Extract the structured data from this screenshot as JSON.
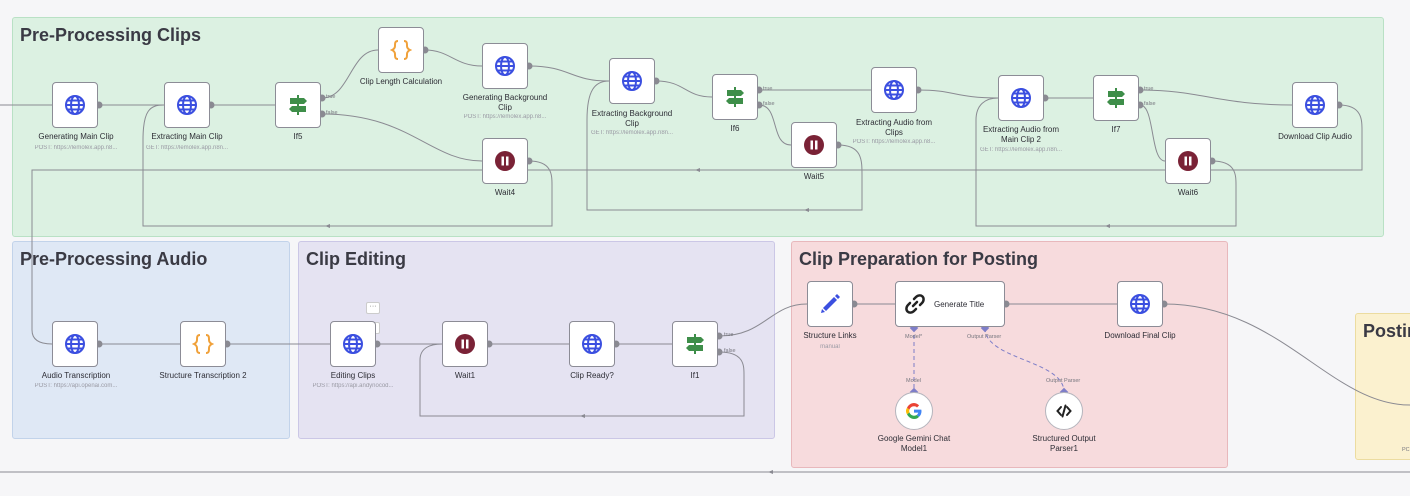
{
  "groups": {
    "pre_processing_clips": "Pre-Processing Clips",
    "pre_processing_audio": "Pre-Processing Audio",
    "clip_editing": "Clip Editing",
    "clip_preparation": "Clip Preparation for Posting",
    "posting": "Postin"
  },
  "nodes": {
    "generating_main_clip": {
      "label": "Generating Main Clip",
      "sub": "POST: https://lemolex.app.n8..."
    },
    "extracting_main_clip": {
      "label": "Extracting Main Clip",
      "sub": "GET: https://lemolex.app.n8n..."
    },
    "if5": {
      "label": "If5"
    },
    "clip_length_calculation": {
      "label": "Clip Length Calculation"
    },
    "generating_background_clip": {
      "label": "Generating Background Clip",
      "sub": "POST: https://lemolex.app.n8..."
    },
    "wait4": {
      "label": "Wait4"
    },
    "extracting_background_clip": {
      "label": "Extracting Background Clip",
      "sub": "GET: https://lemolex.app.n8n..."
    },
    "if6": {
      "label": "If6"
    },
    "wait5": {
      "label": "Wait5"
    },
    "extracting_audio_from_clips": {
      "label": "Extracting Audio from Clips",
      "sub": "POST: https://lemolex.app.n8..."
    },
    "extracting_audio_main_clip_2": {
      "label": "Extracting Audio from Main Clip 2",
      "sub": "GET: https://lemolex.app.n8n..."
    },
    "if7": {
      "label": "If7"
    },
    "wait6": {
      "label": "Wait6"
    },
    "download_clip_audio": {
      "label": "Download Clip Audio"
    },
    "audio_transcription": {
      "label": "Audio Transcription",
      "sub": "POST: https://api.openai.com..."
    },
    "structure_transcription_2": {
      "label": "Structure Transcription 2"
    },
    "editing_clips": {
      "label": "Editing Clips",
      "sub": "POST: https://api.andynocod..."
    },
    "wait1": {
      "label": "Wait1"
    },
    "clip_ready": {
      "label": "Clip Ready?"
    },
    "if1": {
      "label": "If1"
    },
    "structure_links": {
      "label": "Structure Links",
      "sub": "manual"
    },
    "generate_title": {
      "label": "Generate Title"
    },
    "download_final_clip": {
      "label": "Download Final Clip"
    },
    "google_gemini": {
      "label": "Google Gemini Chat Model1"
    },
    "structured_output_parser": {
      "label": "Structured Output Parser1"
    }
  },
  "ports": {
    "true": "true",
    "false": "false",
    "model_star": "Model*",
    "output_parser": "Output Parser",
    "model": "Model",
    "output_parser_in": "Output Parser",
    "posting_sub": "PC"
  },
  "mini_buttons": {
    "more": "···",
    "expand": "⤢"
  },
  "icons": {
    "http": "globe-icon",
    "code": "braces-icon",
    "if": "signpost-icon",
    "wait": "pause-icon",
    "set": "pencil-icon",
    "chain": "link-icon",
    "gemini": "google-g-icon",
    "parser": "code-tag-icon"
  },
  "colors": {
    "http_blue": "#3b4fe0",
    "code_orange": "#f0a13a",
    "if_green": "#3e8e49",
    "wait_maroon": "#7a2236",
    "wire": "#8a8a92"
  }
}
